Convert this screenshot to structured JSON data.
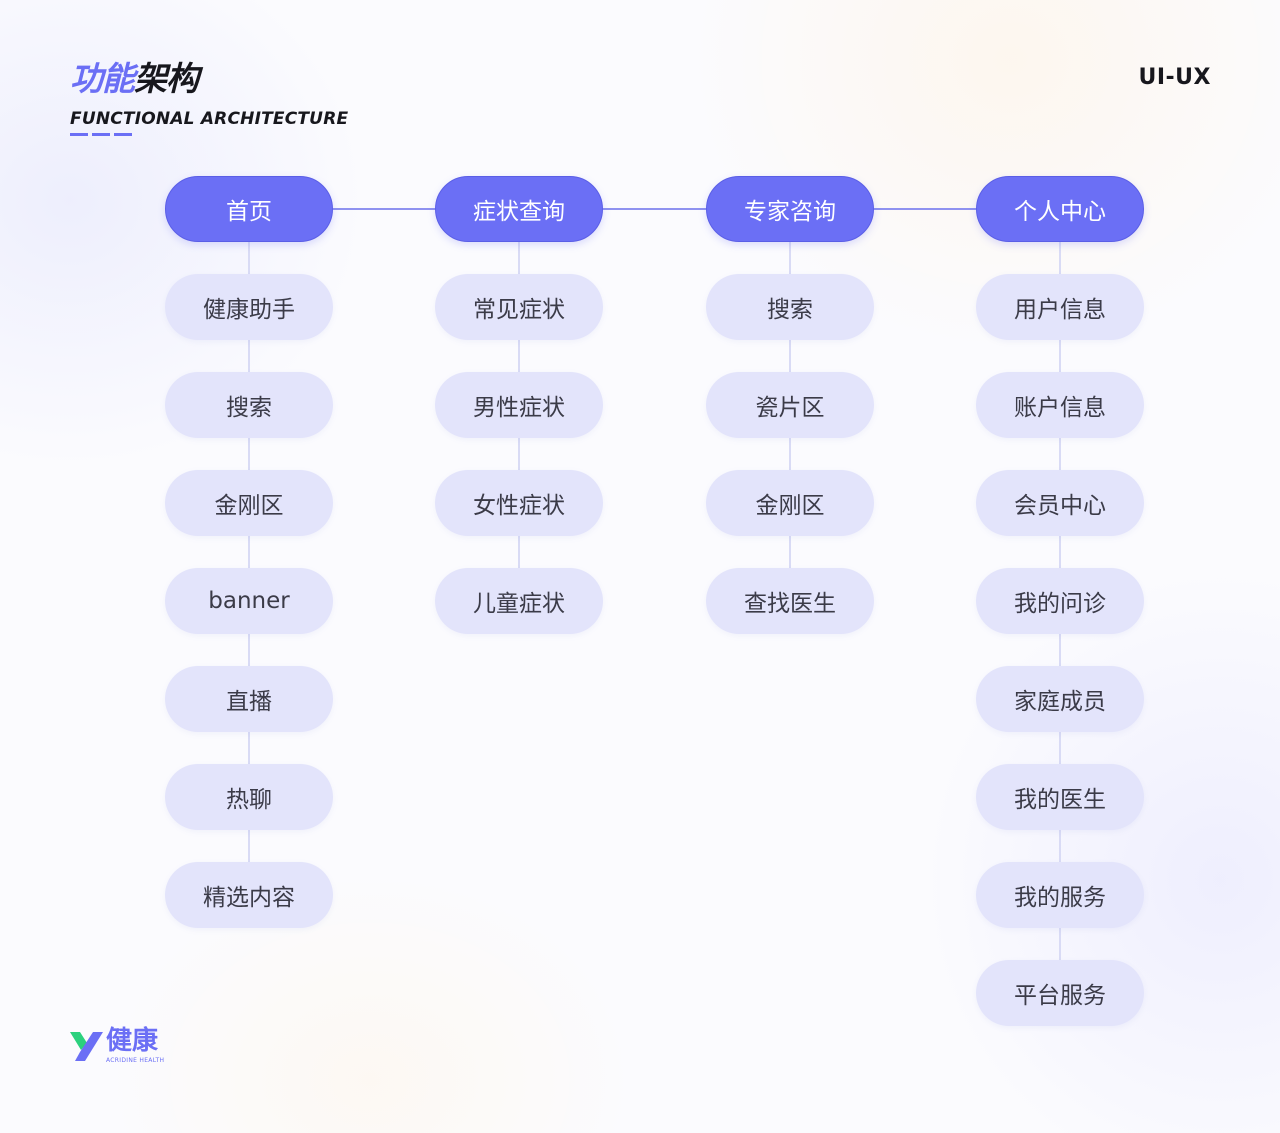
{
  "header": {
    "title_accent": "功能",
    "title_rest": "架构",
    "subtitle": "FUNCTIONAL ARCHITECTURE",
    "tag": "UI-UX"
  },
  "columns": [
    {
      "label": "首页",
      "items": [
        "健康助手",
        "搜索",
        "金刚区",
        "banner",
        "直播",
        "热聊",
        "精选内容"
      ]
    },
    {
      "label": "症状查询",
      "items": [
        "常见症状",
        "男性症状",
        "女性症状",
        "儿童症状"
      ]
    },
    {
      "label": "专家咨询",
      "items": [
        "搜索",
        "瓷片区",
        "金刚区",
        "查找医生"
      ]
    },
    {
      "label": "个人中心",
      "items": [
        "用户信息",
        "账户信息",
        "会员中心",
        "我的问诊",
        "家庭成员",
        "我的医生",
        "我的服务",
        "平台服务"
      ]
    }
  ],
  "logo": {
    "name": "健康",
    "tagline": "ACRIDINE HEALTH",
    "colors": {
      "primary": "#6b6ff5",
      "secondary": "#2bd17e"
    }
  },
  "colors": {
    "accent": "#6b6ff5",
    "pill_light": "#e3e4fb",
    "text_dark": "#17171d",
    "text_pill": "#3b3b48"
  }
}
